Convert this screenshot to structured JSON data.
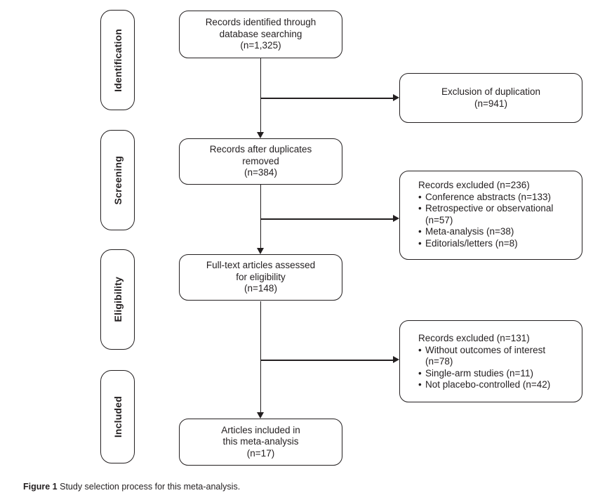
{
  "colors": {
    "ink": "#231f20",
    "background": "#ffffff"
  },
  "glyphs": {
    "bullet": "•"
  },
  "diagram": {
    "stages": [
      {
        "label": "Identification"
      },
      {
        "label": "Screening"
      },
      {
        "label": "Eligibility"
      },
      {
        "label": "Included"
      }
    ],
    "flow_boxes": [
      {
        "lines": [
          "Records identified through",
          "database searching",
          "(n=1,325)"
        ]
      },
      {
        "lines": [
          "Records after duplicates",
          "removed",
          "(n=384)"
        ]
      },
      {
        "lines": [
          "Full-text articles assessed",
          "for eligibility",
          "(n=148)"
        ]
      },
      {
        "lines": [
          "Articles included in",
          "this meta-analysis",
          "(n=17)"
        ]
      }
    ],
    "side_boxes": [
      {
        "lines": [
          "Exclusion of duplication",
          "(n=941)"
        ]
      },
      {
        "heading": "Records excluded (n=236)",
        "bullets": [
          "Conference abstracts (n=133)",
          "Retrospective or observational (n=57)",
          "Meta-analysis (n=38)",
          "Editorials/letters (n=8)"
        ]
      },
      {
        "heading": "Records excluded (n=131)",
        "bullets": [
          "Without outcomes of interest (n=78)",
          "Single-arm studies (n=11)",
          "Not placebo-controlled (n=42)"
        ]
      }
    ]
  },
  "caption": {
    "label": "Figure 1",
    "text": "Study selection process for this meta-analysis."
  }
}
